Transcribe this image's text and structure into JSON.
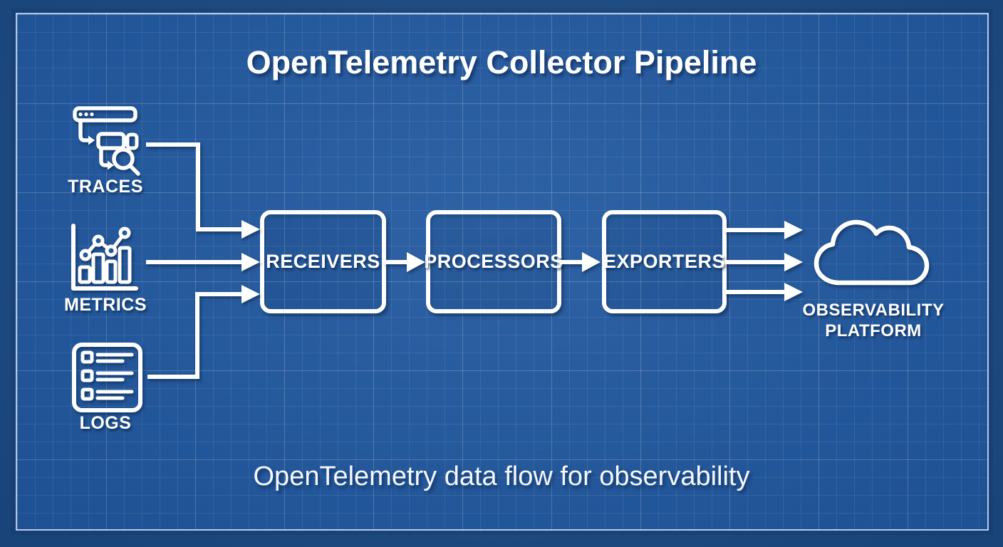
{
  "title": "OpenTelemetry Collector Pipeline",
  "subtitle": "OpenTelemetry data flow for observability",
  "sources": [
    {
      "id": "traces",
      "label": "TRACES",
      "icon": "traces-icon"
    },
    {
      "id": "metrics",
      "label": "METRICS",
      "icon": "metrics-icon"
    },
    {
      "id": "logs",
      "label": "LOGS",
      "icon": "logs-icon"
    }
  ],
  "pipeline": {
    "stages": [
      {
        "label": "RECEIVERS"
      },
      {
        "label": "PROCESSORS"
      },
      {
        "label": "EXPORTERS"
      }
    ]
  },
  "destination": {
    "icon": "cloud-icon",
    "label_line1": "OBSERVABILITY",
    "label_line2": "PLATFORM"
  },
  "colors": {
    "background_inner": "#2159a0",
    "background_outer": "#1c4c85",
    "grid_line": "rgba(255,255,255,0.09)",
    "stroke": "#ffffff",
    "text": "#ffffff"
  }
}
